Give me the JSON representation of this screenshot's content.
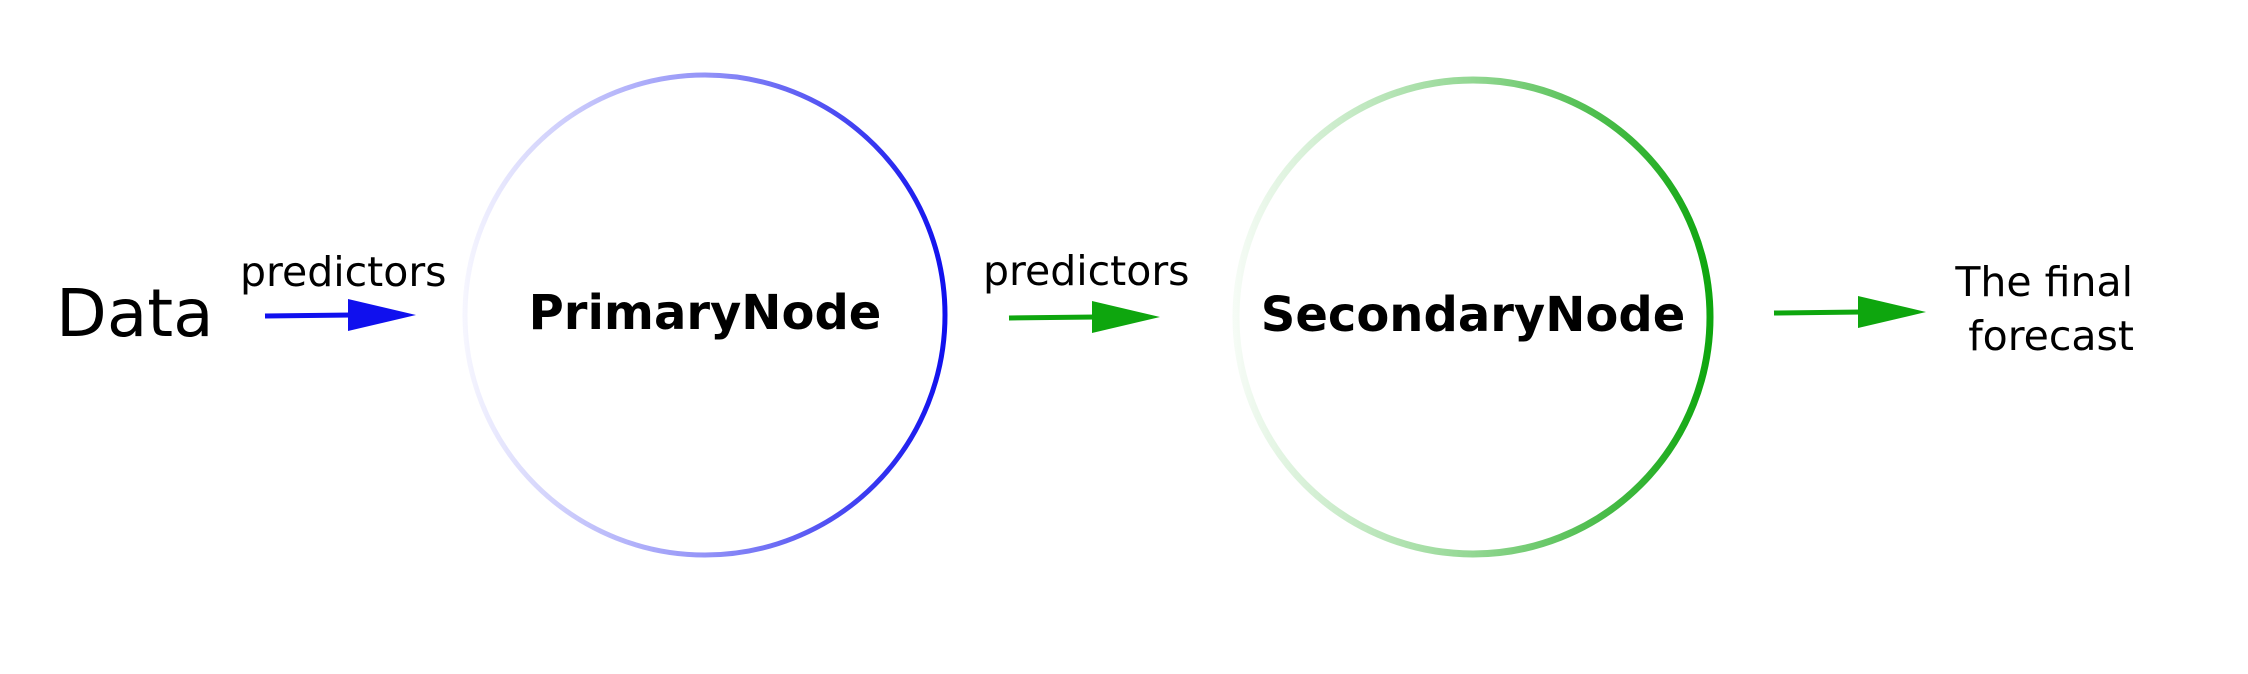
{
  "diagram": {
    "input_label": "Data",
    "edge_label_1": "predictors",
    "edge_label_2": "predictors",
    "primary_node": {
      "label": "PrimaryNode",
      "color": "#1010ee"
    },
    "secondary_node": {
      "label": "SecondaryNode",
      "color": "#0ea60e"
    },
    "output_label_line1": "The final",
    "output_label_line2": "forecast"
  }
}
